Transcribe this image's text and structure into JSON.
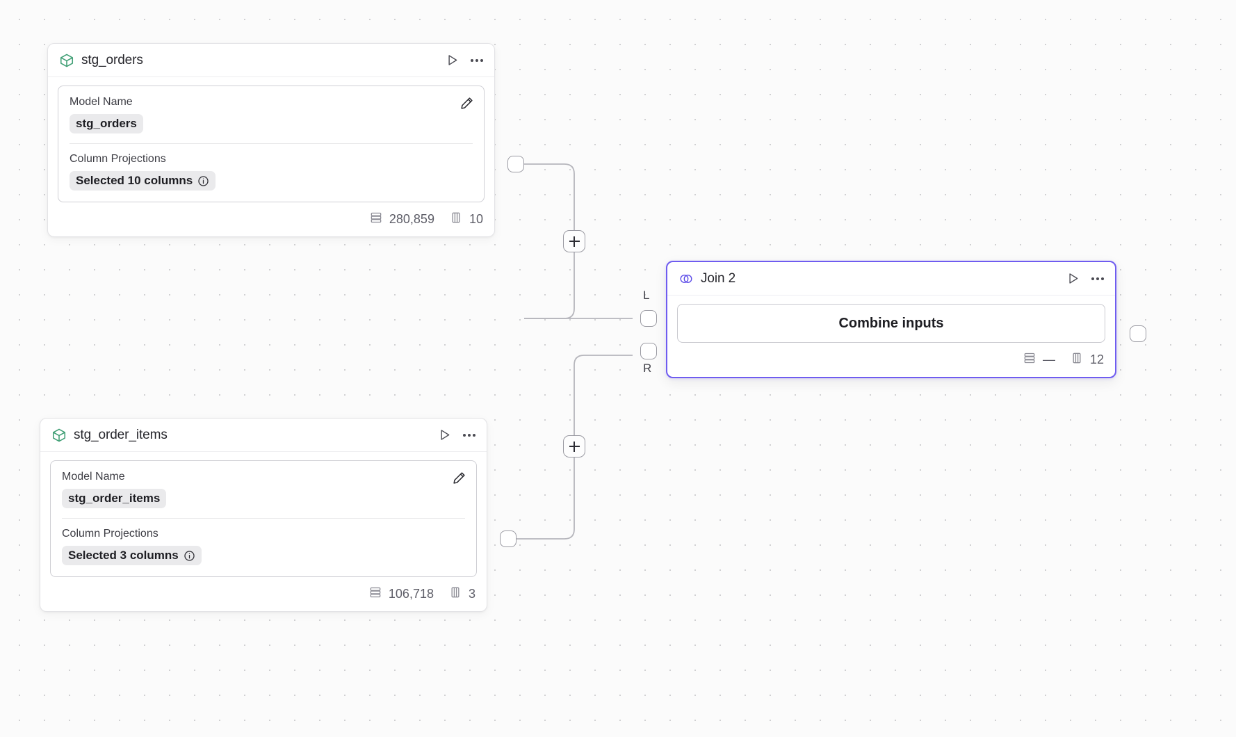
{
  "canvas": {
    "background_color": "#fbfbfb",
    "dot_color": "#d0d0d2",
    "accent_color": "#6f5cf0",
    "model_icon_color": "#3f9e74"
  },
  "nodes": [
    {
      "id": "stg_orders",
      "title": "stg_orders",
      "type_icon": "cube-icon",
      "run_icon": "play-icon",
      "menu_icon": "more-options-icon",
      "edit_icon": "pencil-icon",
      "properties": {
        "model_name_label": "Model Name",
        "model_name_value": "stg_orders",
        "column_projections_label": "Column Projections",
        "column_projections_value": "Selected 10 columns",
        "info_icon": "info-icon"
      },
      "footer": {
        "rows_icon": "rows-icon",
        "rows": "280,859",
        "columns_icon": "columns-icon",
        "columns": "10"
      }
    },
    {
      "id": "stg_order_items",
      "title": "stg_order_items",
      "type_icon": "cube-icon",
      "run_icon": "play-icon",
      "menu_icon": "more-options-icon",
      "edit_icon": "pencil-icon",
      "properties": {
        "model_name_label": "Model Name",
        "model_name_value": "stg_order_items",
        "column_projections_label": "Column Projections",
        "column_projections_value": "Selected 3 columns",
        "info_icon": "info-icon"
      },
      "footer": {
        "rows_icon": "rows-icon",
        "rows": "106,718",
        "columns_icon": "columns-icon",
        "columns": "3"
      }
    },
    {
      "id": "join_2",
      "title": "Join 2",
      "type_icon": "venn-join-icon",
      "run_icon": "play-icon",
      "menu_icon": "more-options-icon",
      "selected": true,
      "action_button_label": "Combine inputs",
      "footer": {
        "rows_icon": "rows-icon",
        "rows": "—",
        "columns_icon": "columns-icon",
        "columns": "12"
      }
    }
  ],
  "ports": {
    "left_label": "L",
    "right_label": "R"
  },
  "edge_buttons": {
    "add_label": "+"
  }
}
